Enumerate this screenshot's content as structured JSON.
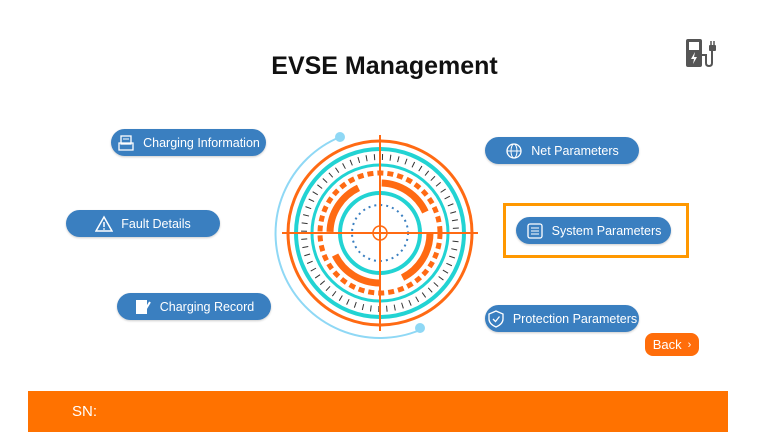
{
  "header": {
    "title": "EVSE Management",
    "icon": "ev-charger-icon"
  },
  "menu": {
    "charging_information": "Charging Information",
    "fault_details": "Fault Details",
    "charging_record": "Charging Record",
    "net_parameters": "Net Parameters",
    "system_parameters": "System Parameters",
    "protection_parameters": "Protection Parameters"
  },
  "back": {
    "label": "Back",
    "icon": "chevron-right-icon"
  },
  "footer": {
    "sn_label": "SN:"
  },
  "colors": {
    "button": "#3a7fc0",
    "accent": "#ff7200",
    "highlight": "#ff9800",
    "cyan": "#22d3d3"
  }
}
